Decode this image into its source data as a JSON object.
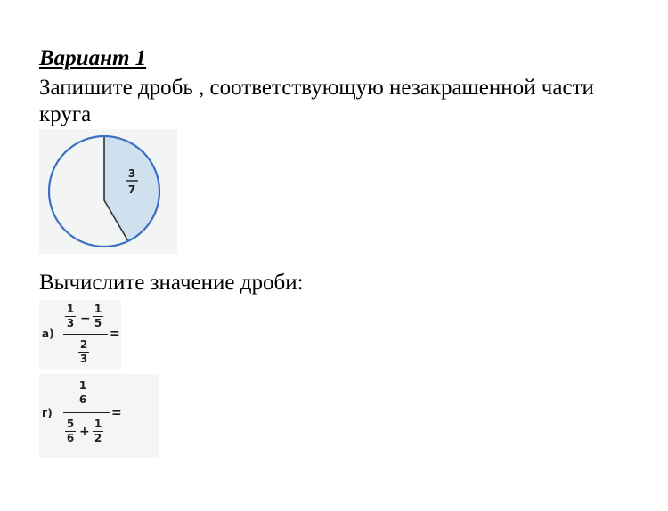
{
  "header": {
    "title": "Вариант 1"
  },
  "task1": {
    "text": "Запишите дробь , соответствующую незакрашенной части круга",
    "pie": {
      "shaded_numerator": "3",
      "shaded_denominator": "7",
      "shaded_fraction": 0.4286
    },
    "colors": {
      "circle": "#3a6fc4",
      "shaded": "#cfe0ee",
      "line": "#333333"
    }
  },
  "task2": {
    "text": "Вычислите  значение дроби:",
    "a": {
      "label": "а)",
      "top": {
        "left_num": "1",
        "left_den": "3",
        "op": "−",
        "right_num": "1",
        "right_den": "5"
      },
      "bottom": {
        "num": "2",
        "den": "3"
      },
      "equals": "="
    },
    "g": {
      "label": "г)",
      "top": {
        "num": "1",
        "den": "6"
      },
      "bottom": {
        "left_num": "5",
        "left_den": "6",
        "op": "+",
        "right_num": "1",
        "right_den": "2"
      },
      "equals": "="
    }
  }
}
